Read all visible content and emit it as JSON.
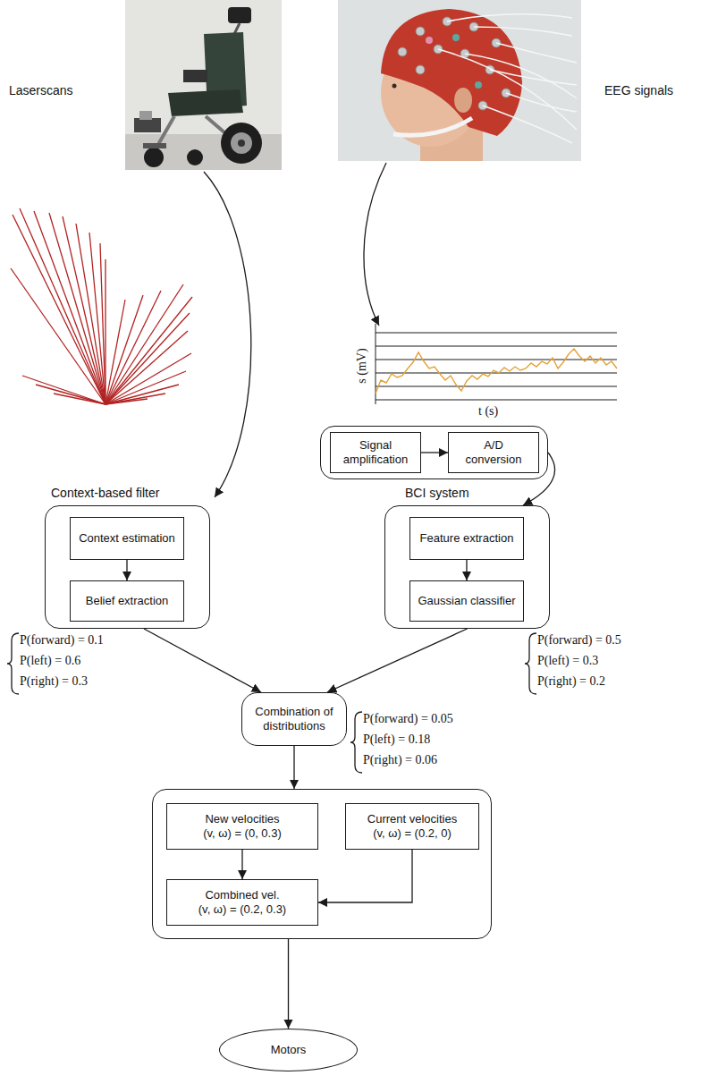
{
  "diagram": {
    "nodes": [
      {
        "text": []
      },
      {
        "text": [
          "Signal amplification"
        ],
        "in": 0
      },
      {
        "text": [
          "A/D conversion"
        ],
        "in": 0
      },
      {
        "text": [
          "Context-based filter"
        ]
      },
      {
        "text": [
          "Context estimation"
        ],
        "in": 3
      },
      {
        "text": [
          "Belief extraction"
        ],
        "in": 3
      },
      {
        "text": [
          "BCI system"
        ]
      },
      {
        "text": [
          "Feature extraction"
        ],
        "in": 6
      },
      {
        "text": [
          "Gaussian classifier"
        ],
        "in": 6
      },
      {
        "text": [
          "Combination of distributions"
        ]
      },
      {
        "text": []
      },
      {
        "text": [
          "New velocities",
          "(v, ω) = (0, 0.3)"
        ],
        "in": 10
      },
      {
        "text": [
          "Current velocities",
          "(v, ω) = (0.2, 0)"
        ],
        "in": 10
      },
      {
        "text": [
          "Combined vel.",
          "(v, ω) = (0.2, 0.3)"
        ],
        "in": 10
      },
      {
        "text": [
          "Motors"
        ]
      }
    ],
    "edges": [
      {
        "from": 1,
        "to": 2,
        "arrow": "to"
      },
      {
        "from": 0,
        "to": 6,
        "arrow": "to"
      },
      {
        "from": 4,
        "to": 5,
        "arrow": "to"
      },
      {
        "from": 7,
        "to": 8,
        "arrow": "to"
      },
      {
        "from": 3,
        "to": 9,
        "arrow": "to"
      },
      {
        "from": 6,
        "to": 9,
        "arrow": "to"
      },
      {
        "from": 9,
        "to": 10,
        "arrow": "to"
      },
      {
        "from": 11,
        "to": 13,
        "arrow": "to"
      },
      {
        "from": 12,
        "to": 13,
        "arrow": "to"
      },
      {
        "from": 10,
        "to": 14,
        "arrow": "to"
      }
    ],
    "labels": [
      "Laserscans",
      "EEG signals",
      "s (mV)",
      "t (s)",
      "P(forward) = 0.1",
      "P(left) = 0.6",
      "P(right) = 0.3",
      "P(forward) = 0.5",
      "P(left) = 0.3",
      "P(right) = 0.2",
      "P(forward) = 0.05",
      "P(left) = 0.18",
      "P(right) = 0.06"
    ]
  }
}
